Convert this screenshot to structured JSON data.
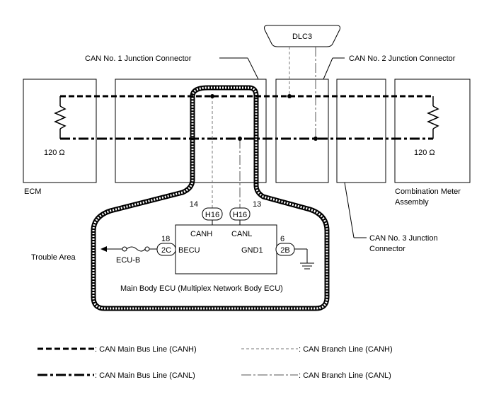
{
  "labels": {
    "dlc3": "DLC3",
    "can1_junction": "CAN No. 1 Junction Connector",
    "can2_junction": "CAN No. 2 Junction Connector",
    "can3_junction_line1": "CAN No. 3 Junction",
    "can3_junction_line2": "Connector",
    "ecm": "ECM",
    "combination_meter_line1": "Combination Meter",
    "combination_meter_line2": "Assembly",
    "resistor_left": "120 Ω",
    "resistor_right": "120 Ω",
    "trouble_area": "Trouble Area",
    "fuse": "ECU-B",
    "main_body_ecu": "Main Body ECU (Multiplex Network Body ECU)"
  },
  "pins": {
    "canh_pin": "14",
    "canl_pin": "13",
    "becu_pin": "18",
    "gnd1_pin": "6"
  },
  "connectors": {
    "h16_canh": "H16",
    "h16_canl": "H16",
    "c2c": "2C",
    "c2b": "2B"
  },
  "terminals": {
    "canh": "CANH",
    "canl": "CANL",
    "becu": "BECU",
    "gnd1": "GND1"
  },
  "legend": {
    "main_canh": ": CAN Main Bus Line (CANH)",
    "branch_canh": ": CAN Branch Line (CANH)",
    "main_canl": ": CAN Main Bus Line (CANL)",
    "branch_canl": ": CAN Branch Line (CANL)"
  }
}
